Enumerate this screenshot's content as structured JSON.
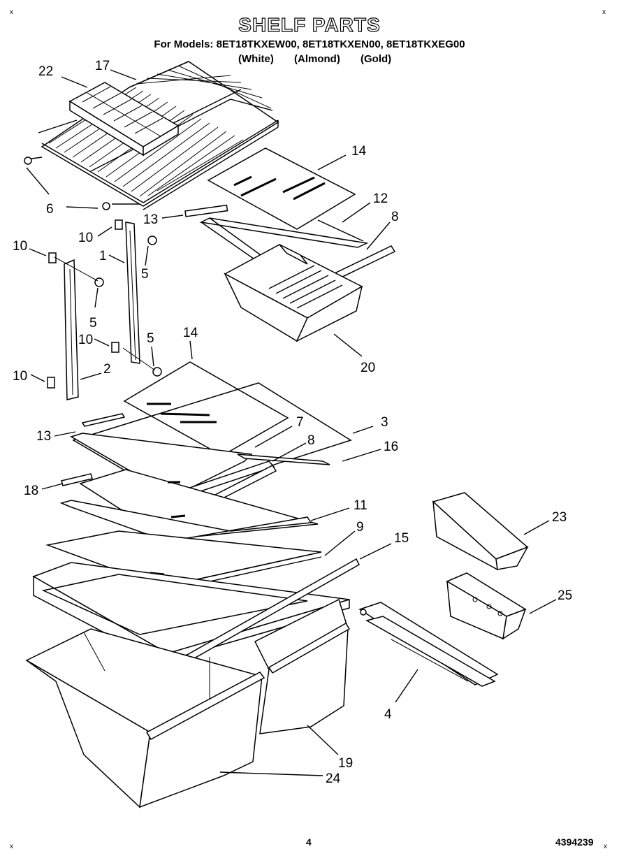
{
  "header": {
    "title": "SHELF PARTS",
    "models_line": "For Models: 8ET18TKXEW00, 8ET18TKXEN00, 8ET18TKXEG00",
    "color_white": "(White)",
    "color_almond": "(Almond)",
    "color_gold": "(Gold)"
  },
  "footer": {
    "page_number": "4",
    "doc_number": "4394239"
  },
  "callouts": [
    {
      "id": "c22",
      "label": "22"
    },
    {
      "id": "c17",
      "label": "17"
    },
    {
      "id": "c14a",
      "label": "14"
    },
    {
      "id": "c12",
      "label": "12"
    },
    {
      "id": "c8a",
      "label": "8"
    },
    {
      "id": "c6",
      "label": "6"
    },
    {
      "id": "c13a",
      "label": "13"
    },
    {
      "id": "c10a",
      "label": "10"
    },
    {
      "id": "c10b",
      "label": "10"
    },
    {
      "id": "c1",
      "label": "1"
    },
    {
      "id": "c5a",
      "label": "5"
    },
    {
      "id": "c5b",
      "label": "5"
    },
    {
      "id": "c5c",
      "label": "5"
    },
    {
      "id": "c10c",
      "label": "10"
    },
    {
      "id": "c10d",
      "label": "10"
    },
    {
      "id": "c2",
      "label": "2"
    },
    {
      "id": "c20",
      "label": "20"
    },
    {
      "id": "c14b",
      "label": "14"
    },
    {
      "id": "c7",
      "label": "7"
    },
    {
      "id": "c3",
      "label": "3"
    },
    {
      "id": "c8b",
      "label": "8"
    },
    {
      "id": "c16",
      "label": "16"
    },
    {
      "id": "c13b",
      "label": "13"
    },
    {
      "id": "c18",
      "label": "18"
    },
    {
      "id": "c11",
      "label": "11"
    },
    {
      "id": "c9",
      "label": "9"
    },
    {
      "id": "c15",
      "label": "15"
    },
    {
      "id": "c23",
      "label": "23"
    },
    {
      "id": "c25",
      "label": "25"
    },
    {
      "id": "c4",
      "label": "4"
    },
    {
      "id": "c19",
      "label": "19"
    },
    {
      "id": "c24",
      "label": "24"
    }
  ],
  "corner_mark": "x"
}
